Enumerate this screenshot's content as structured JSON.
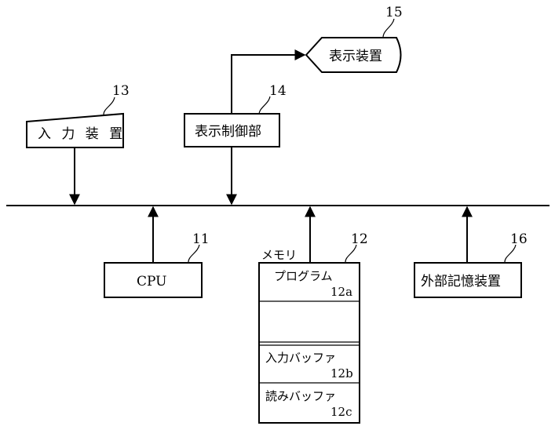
{
  "components": {
    "input_device": {
      "label": "入 力 装 置",
      "ref": "13"
    },
    "display_control": {
      "label": "表示制御部",
      "ref": "14"
    },
    "display_device": {
      "label": "表示装置",
      "ref": "15"
    },
    "cpu": {
      "label": "CPU",
      "ref": "11"
    },
    "memory": {
      "title": "メモリ",
      "ref": "12",
      "sections": [
        {
          "label": "プログラム",
          "ref": "12a"
        },
        {
          "label": "",
          "ref": ""
        },
        {
          "label": "入力バッファ",
          "ref": "12b"
        },
        {
          "label": "読みバッファ",
          "ref": "12c"
        }
      ]
    },
    "external_storage": {
      "label": "外部記憶装置",
      "ref": "16"
    }
  }
}
